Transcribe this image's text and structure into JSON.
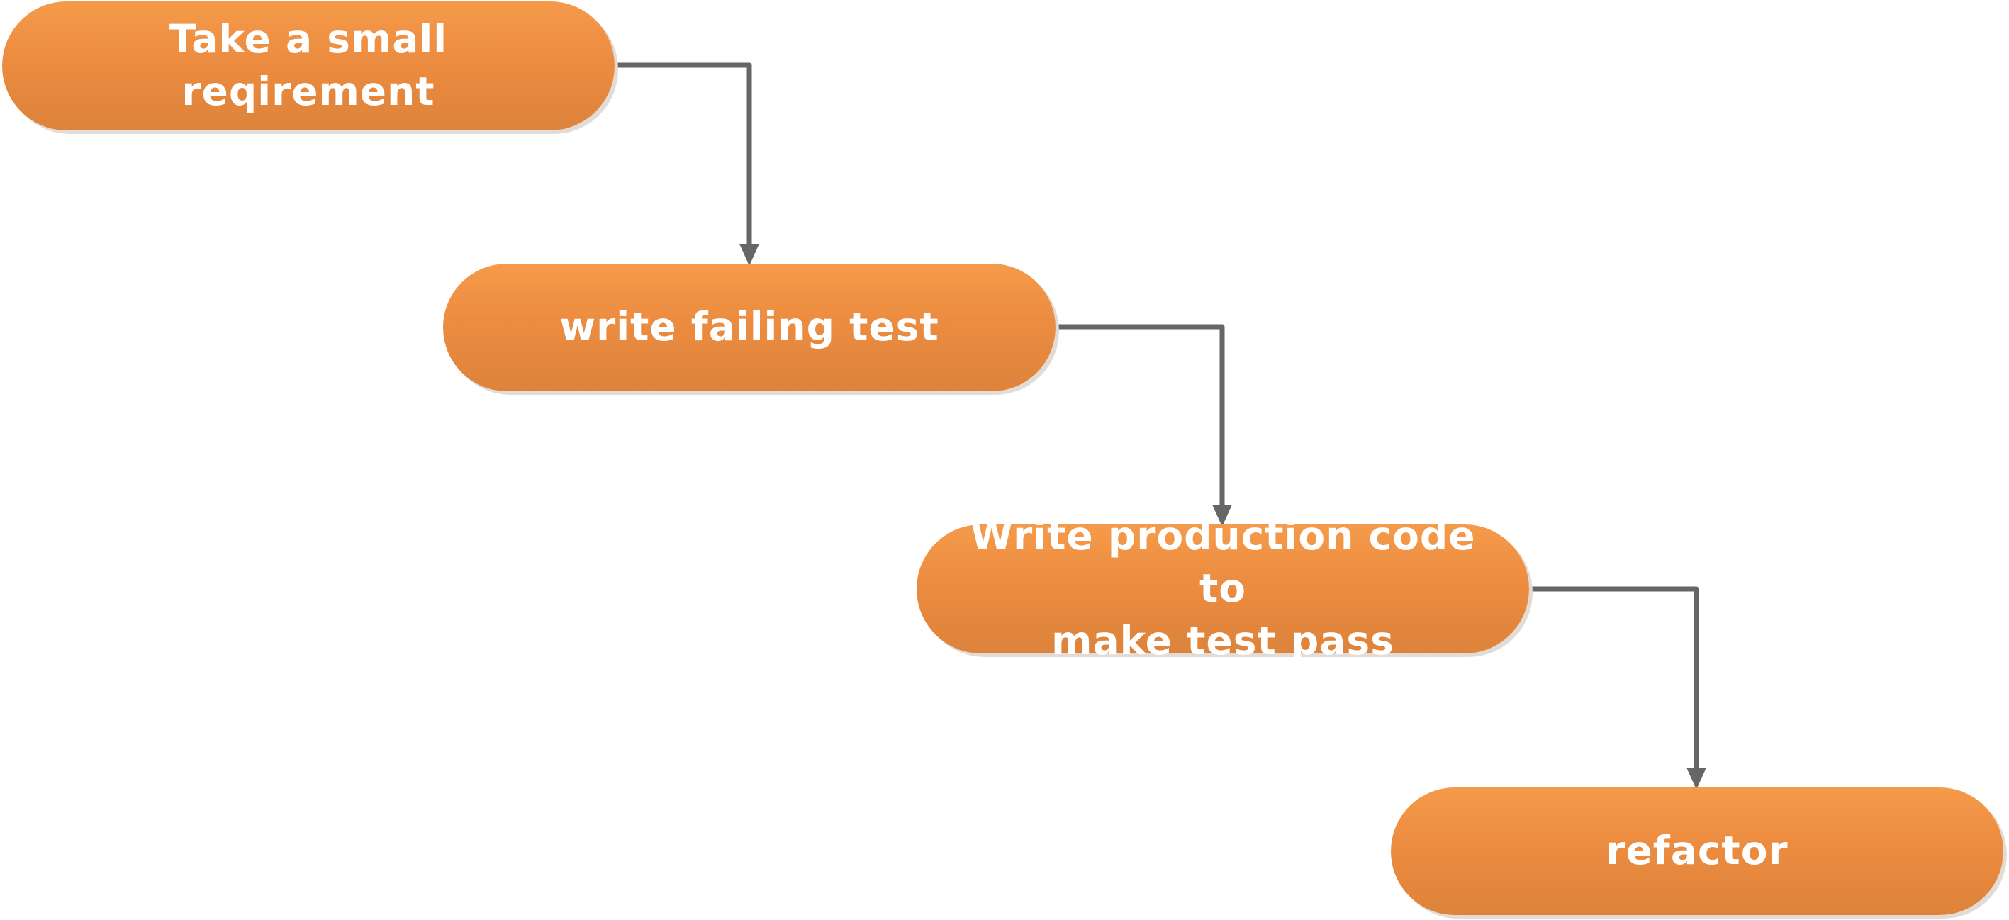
{
  "diagram": {
    "nodes": [
      {
        "id": "n1",
        "lines": [
          "Take a small reqirement"
        ]
      },
      {
        "id": "n2",
        "lines": [
          "write failing test"
        ]
      },
      {
        "id": "n3",
        "lines": [
          "Write production code to",
          "make test pass"
        ]
      },
      {
        "id": "n4",
        "lines": [
          "refactor"
        ]
      }
    ],
    "edges": [
      {
        "from": "n1",
        "to": "n2"
      },
      {
        "from": "n2",
        "to": "n3"
      },
      {
        "from": "n3",
        "to": "n4"
      }
    ],
    "colors": {
      "node_fill_top": "#f59a4a",
      "node_fill_bottom": "#dd833b",
      "node_text": "#ffffff",
      "connector": "#666666",
      "shadow": "#e3dcd6"
    }
  }
}
